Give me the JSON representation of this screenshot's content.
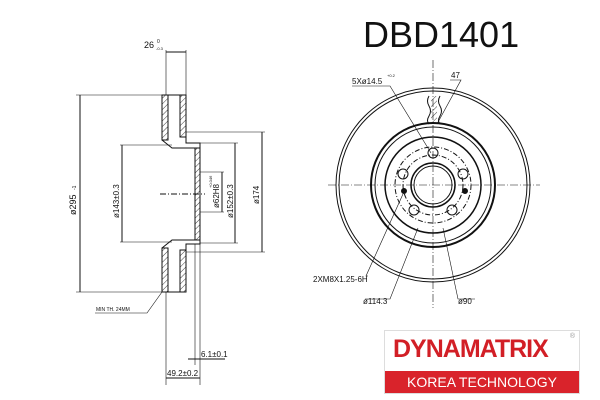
{
  "title": "DBD1401",
  "side_view": {
    "thickness": "26",
    "thickness_tol_upper": "0",
    "thickness_tol_lower": "-0.3",
    "outer_diameter": "ø295",
    "outer_tol": "-1",
    "d143": "ø143±0.3",
    "d62": "ø62H8",
    "d62_tol": "+0.046",
    "d152": "ø152±0.3",
    "d174": "ø174",
    "min_th": "MIN TH. 24MM",
    "offset": "6.1±0.1",
    "height": "49.2±0.2"
  },
  "front_view": {
    "bolt_holes": "5Xø14.5",
    "bolt_tol": "+0.2",
    "vent_count": "47",
    "threads": "2XM8X1.25-6H",
    "pcd": "ø114.3",
    "d90": "ø90"
  },
  "logo": {
    "brand": "DYNAMATRIX",
    "tagline": "KOREA TECHNOLOGY",
    "brand_color": "#d21f26"
  }
}
